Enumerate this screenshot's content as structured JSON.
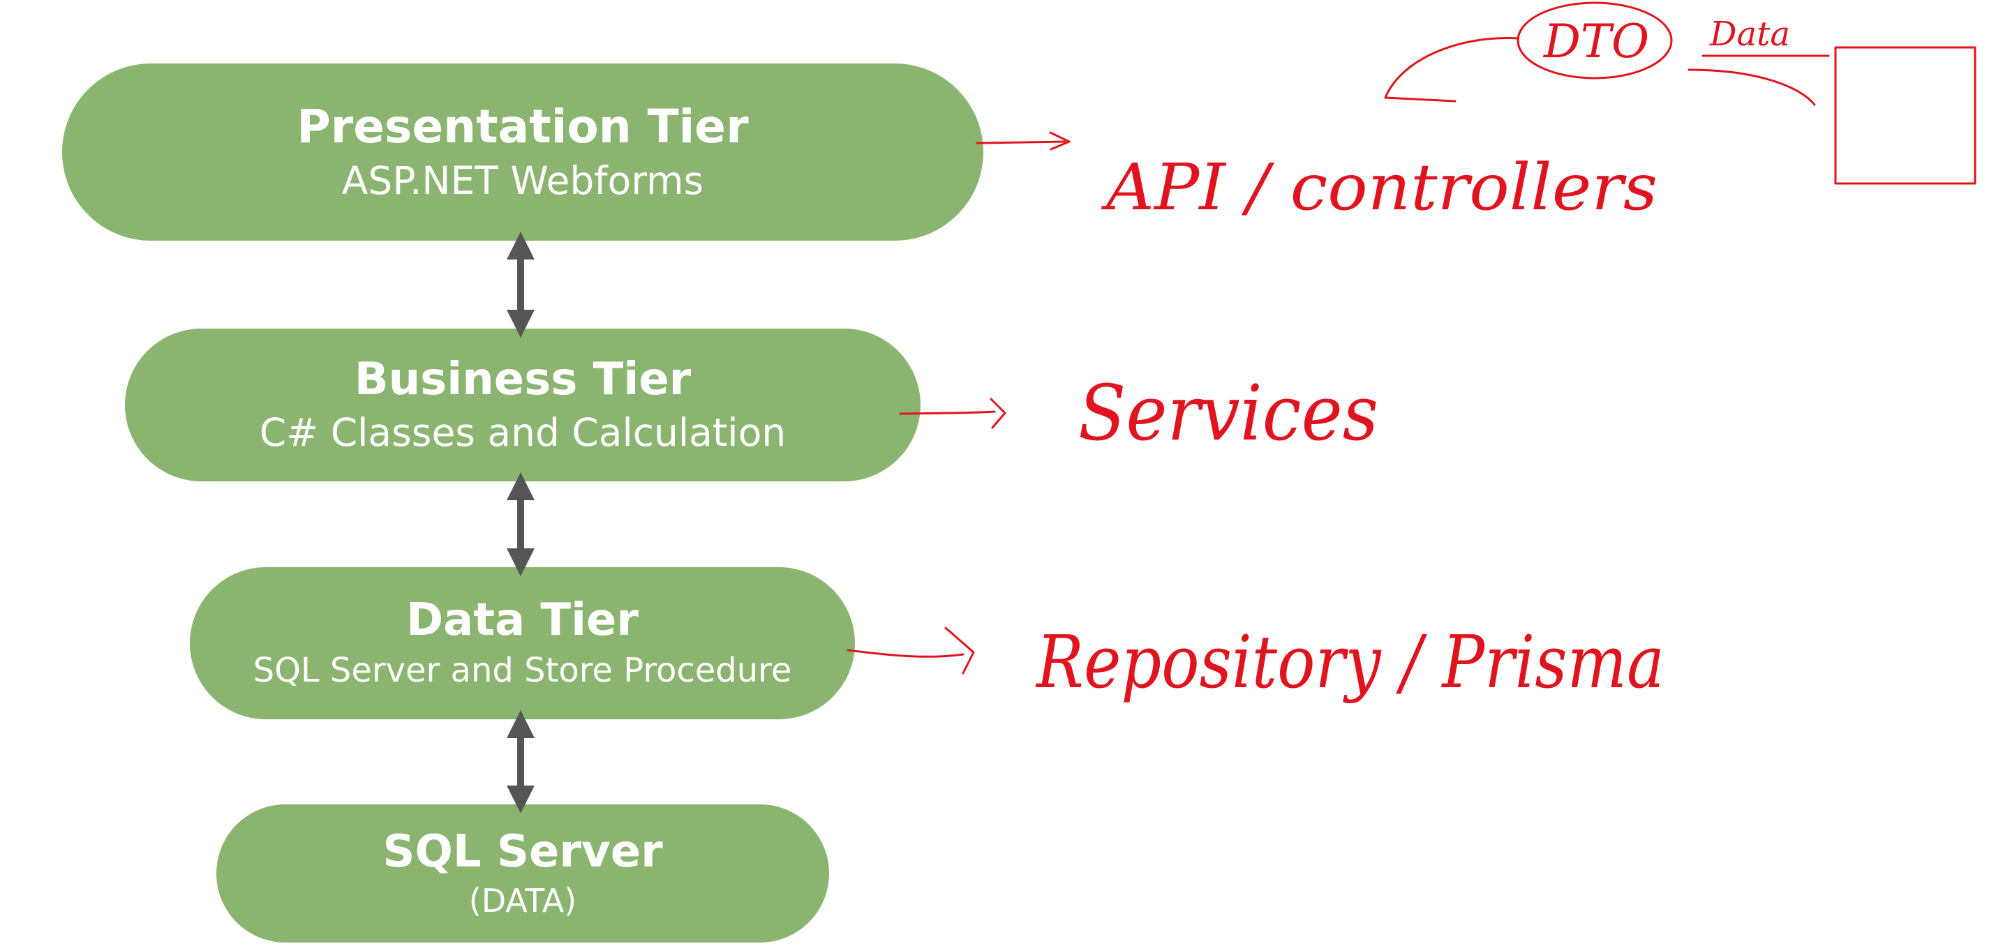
{
  "tiers": [
    {
      "title": "Presentation Tier",
      "subtitle": "ASP.NET Webforms"
    },
    {
      "title": "Business Tier",
      "subtitle": "C# Classes and Calculation"
    },
    {
      "title": "Data Tier",
      "subtitle": "SQL Server and Store Procedure"
    },
    {
      "title": "SQL Server",
      "subtitle": "(DATA)"
    }
  ],
  "annotations": {
    "api": "API / controllers",
    "service": "Services",
    "repository": "Repository / Prisma",
    "dto": "DTO",
    "data": "Data"
  },
  "colors": {
    "tier_fill": "#8ab46f",
    "tier_text": "#ffffff",
    "connector": "#555555",
    "ink": "#e0141e"
  },
  "icons": {
    "connector": "double-headed-arrow"
  }
}
